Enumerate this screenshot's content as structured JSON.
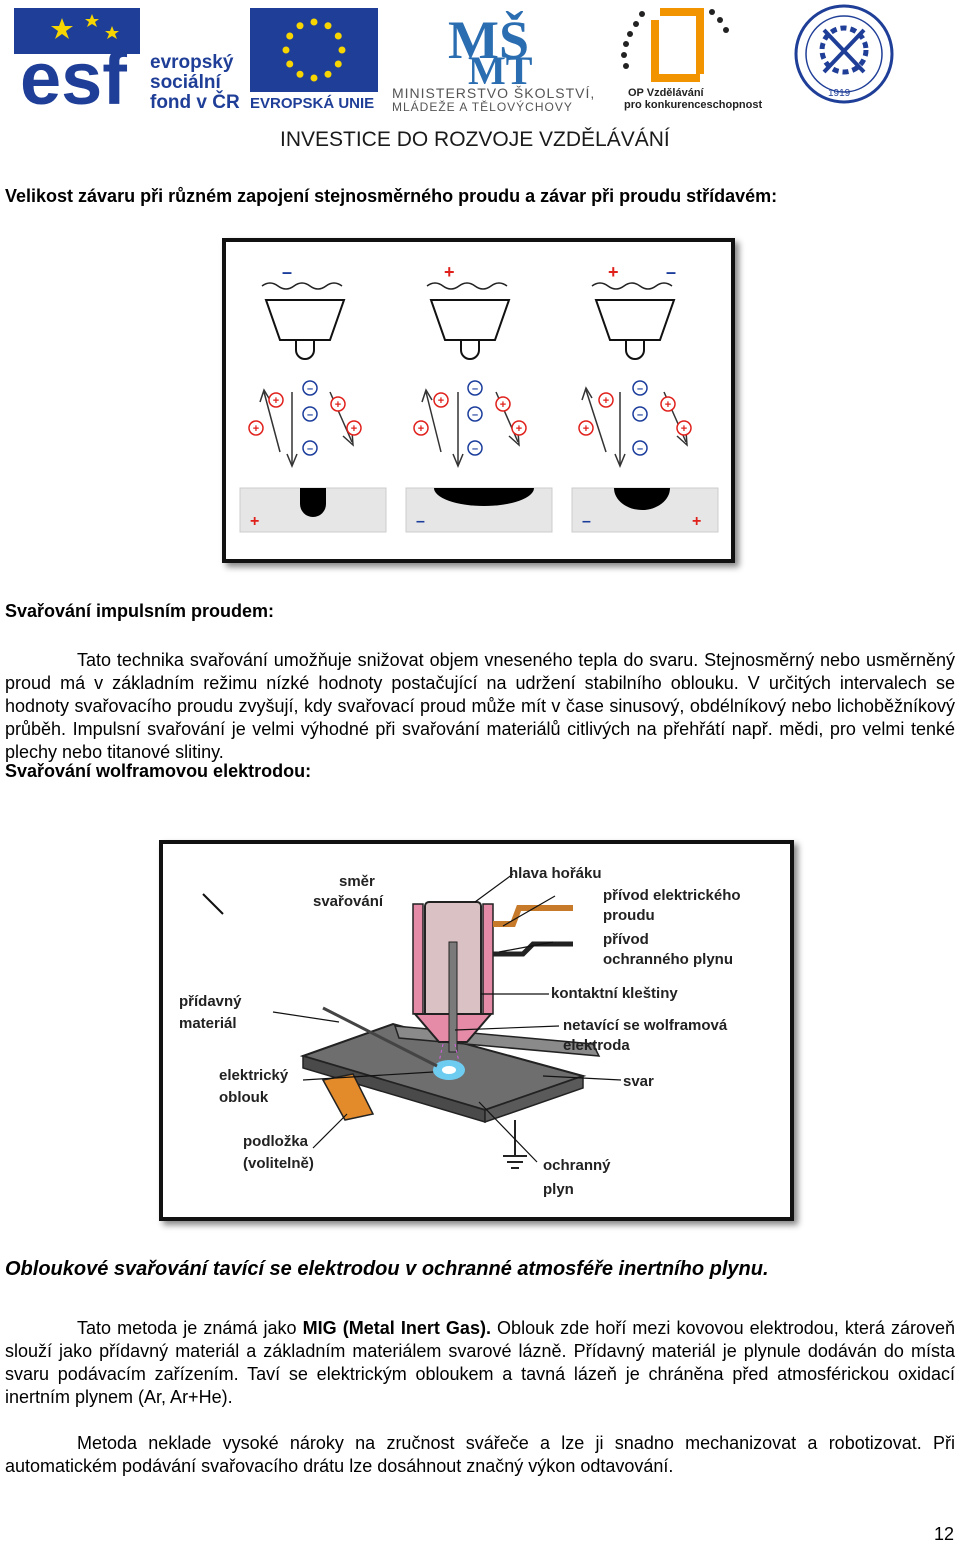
{
  "header": {
    "esf_logo_text": "esf",
    "esf_line1": "evropský",
    "esf_line2": "sociální",
    "esf_line3": "fond v ČR",
    "eu_label": "EVROPSKÁ UNIE",
    "msmt_line1": "MINISTERSTVO ŠKOLSTVÍ,",
    "msmt_line2": "MLÁDEŽE A TĚLOVÝCHOVY",
    "op_line1": "OP Vzdělávání",
    "op_line2": "pro konkurenceschopnost",
    "school_seal_year": "1919",
    "tagline": "INVESTICE DO ROZVOJE VZDĚLÁVÁNÍ"
  },
  "section1": {
    "heading": "Velikost závaru při různém zapojení stejnosměrného proudu a závar při proudu střídavém:",
    "fig_polarity": {
      "top_signs": [
        "–",
        "+",
        "+",
        "–"
      ],
      "bottom_signs": [
        "+",
        "–",
        "–",
        "+"
      ],
      "ion_plus": "+",
      "ion_minus": "–"
    }
  },
  "section2": {
    "heading": "Svařování impulsním proudem:",
    "paragraph": "Tato technika svařování umožňuje snižovat objem vneseného tepla do svaru. Stejnosměrný nebo usměrněný proud má v základním režimu nízké hodnoty postačující na udržení stabilního oblouku. V určitých intervalech se hodnoty svařovacího proudu zvyšují, kdy svařovací proud může mít v čase sinusový, obdélníkový nebo lichoběžníkový průběh. Impulsní svařování je velmi výhodné při svařování materiálů citlivých na přehřátí např. mědi, pro velmi tenké plechy nebo titanové slitiny."
  },
  "section3": {
    "heading": "Svařování wolframovou elektrodou:",
    "fig_tig": {
      "direction_1": "směr",
      "direction_2": "svařování",
      "head": "hlava hořáku",
      "power_1": "přívod elektrického",
      "power_2": "proudu",
      "gas_1": "přívod",
      "gas_2": "ochranného plynu",
      "collet": "kontaktní kleštiny",
      "electrode_1": "netavící se wolframová",
      "electrode_2": "elektroda",
      "filler_1": "přídavný",
      "filler_2": "materiál",
      "arc_1": "elektrický",
      "arc_2": "oblouk",
      "weld": "svar",
      "backing_1": "podložka",
      "backing_2": "(volitelně)",
      "shield_1": "ochranný",
      "shield_2": "plyn"
    }
  },
  "section4": {
    "heading": "Obloukové svařování tavící se elektrodou v ochranné atmosféře inertního plynu.",
    "p1_lead": "Tato metoda je známá jako ",
    "p1_bold": "MIG (Metal Inert Gas).",
    "p1_rest": " Oblouk zde hoří mezi kovovou elektrodou, která zároveň slouží jako přídavný materiál a základním materiálem svarové lázně. Přídavný materiál je plynule dodáván do místa svaru podávacím zařízením. Taví se elektrickým obloukem a tavná lázeň je chráněna před atmosférickou oxidací inertním plynem (Ar, Ar+He).",
    "p2": "Metoda neklade vysoké nároky na zručnost svářeče a lze ji snadno mechanizovat a robotizovat. Při automatickém podávání svařovacího drátu lze dosáhnout značný výkon odtavování."
  },
  "footer": {
    "page_number": "12"
  },
  "colors": {
    "eu_blue": "#1f3e97",
    "eu_gold": "#f7d500",
    "esf_blue": "#1f3e97",
    "msmt_blue": "#2a6db0",
    "op_orange": "#f29400",
    "sign_red": "#e0201b",
    "sign_blue": "#1a3c9b"
  }
}
